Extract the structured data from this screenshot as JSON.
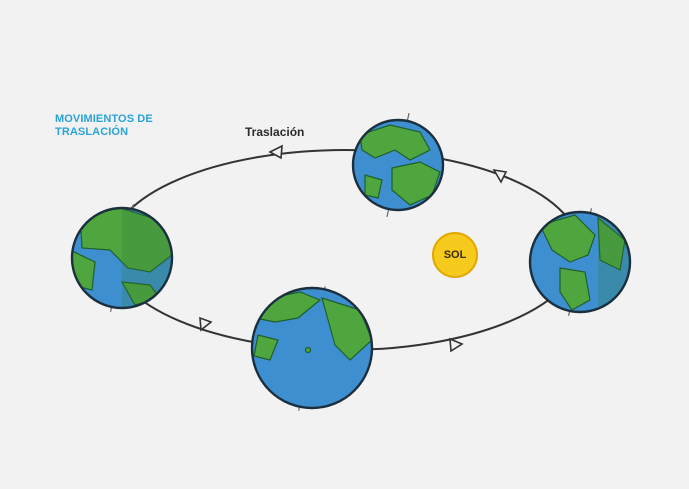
{
  "title": {
    "line1": "MOVIMIENTOS DE",
    "line2": "TRASLACIÓN"
  },
  "orbit_label": "Traslación",
  "sun_label": "SOL",
  "colors": {
    "background": "#f2f2f2",
    "title": "#2aa3d8",
    "ocean": "#3d8fd0",
    "land": "#4fa63f",
    "sun": "#f6cb1d",
    "orbit": "#333333"
  },
  "icons": [
    "earth-globe-icon",
    "orbit-arrow-icon",
    "sun-icon"
  ]
}
